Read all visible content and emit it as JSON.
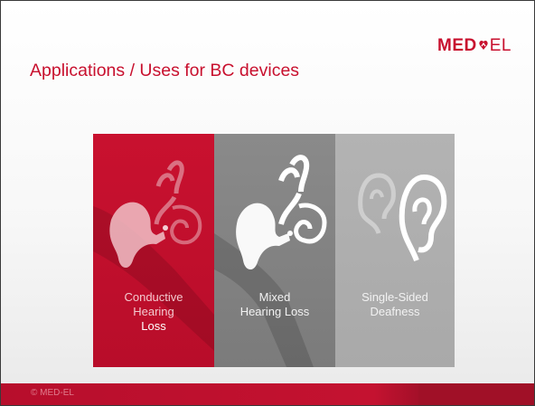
{
  "logo": {
    "text_left": "MED",
    "text_right": "EL",
    "color": "#c8102e"
  },
  "title": "Applications / Uses for BC devices",
  "panels": [
    {
      "line1": "Conductive",
      "line2": "Hearing",
      "line3": "Loss",
      "color": "#c9112f"
    },
    {
      "line1": "Mixed",
      "line2": "Hearing Loss",
      "color": "#848484"
    },
    {
      "line1": "Single-Sided",
      "line2": "Deafness",
      "color": "#b0b0b0"
    }
  ],
  "footer": {
    "copyright": "© MED-EL",
    "color": "#c41230"
  },
  "icons": [
    "inner-ear-icon",
    "inner-ear-icon",
    "ear-outline-icon",
    "ear-outline-icon"
  ]
}
